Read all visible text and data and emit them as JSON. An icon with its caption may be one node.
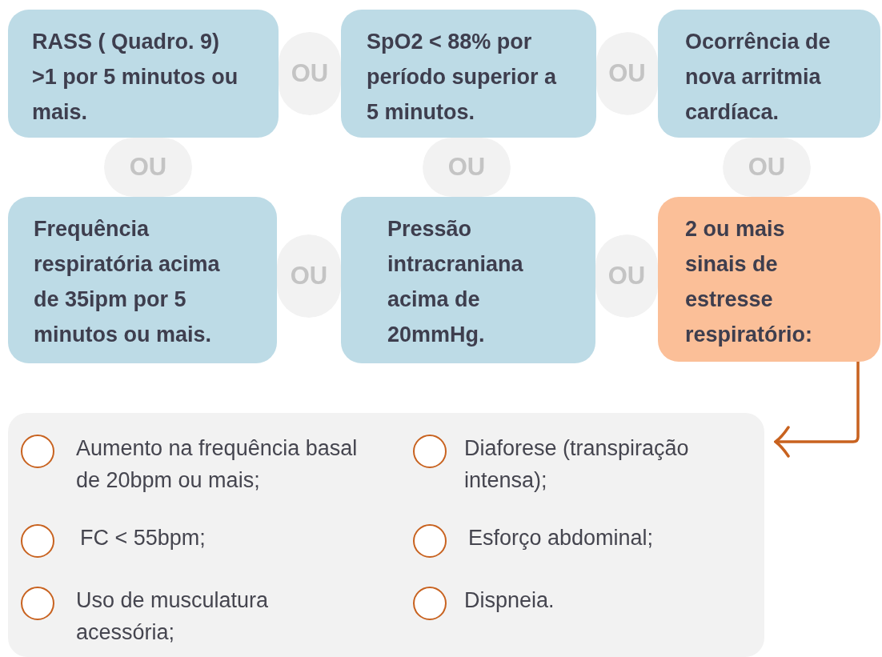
{
  "diagram": {
    "nodes": [
      {
        "text": [
          "RASS ( Quadro. 9) >1 por 5 minutos ou mais."
        ]
      },
      {
        "text": [
          "OU"
        ]
      },
      {
        "text": [
          "SpO2 < 88% por período superior a 5 minutos."
        ]
      },
      {
        "text": [
          "OU"
        ]
      },
      {
        "text": [
          "Ocorrência de nova arritmia cardíaca."
        ]
      },
      {
        "text": [
          "OU"
        ]
      },
      {
        "text": [
          "OU"
        ]
      },
      {
        "text": [
          "OU"
        ]
      },
      {
        "text": [
          "Frequência respiratória acima de 35ipm por 5 minutos ou mais."
        ]
      },
      {
        "text": [
          "OU"
        ]
      },
      {
        "text": [
          "Pressão intracraniana acima de 20mmHg."
        ]
      },
      {
        "text": [
          "OU"
        ]
      },
      {
        "text": [
          "2 ou mais sinais de estresse respiratório:"
        ]
      },
      {
        "text": [],
        "shape": "box"
      }
    ],
    "edges": [
      {
        "from": 12,
        "to": 13,
        "arrow": "to",
        "color": "#c8621f"
      }
    ],
    "labels": [
      "Aumento na frequência basal de 20bpm ou mais;",
      "Diaforese (transpiração intensa);",
      "FC < 55bpm;",
      "Esforço abdominal;",
      "Uso de musculatura acessória;",
      "Dispneia."
    ]
  }
}
